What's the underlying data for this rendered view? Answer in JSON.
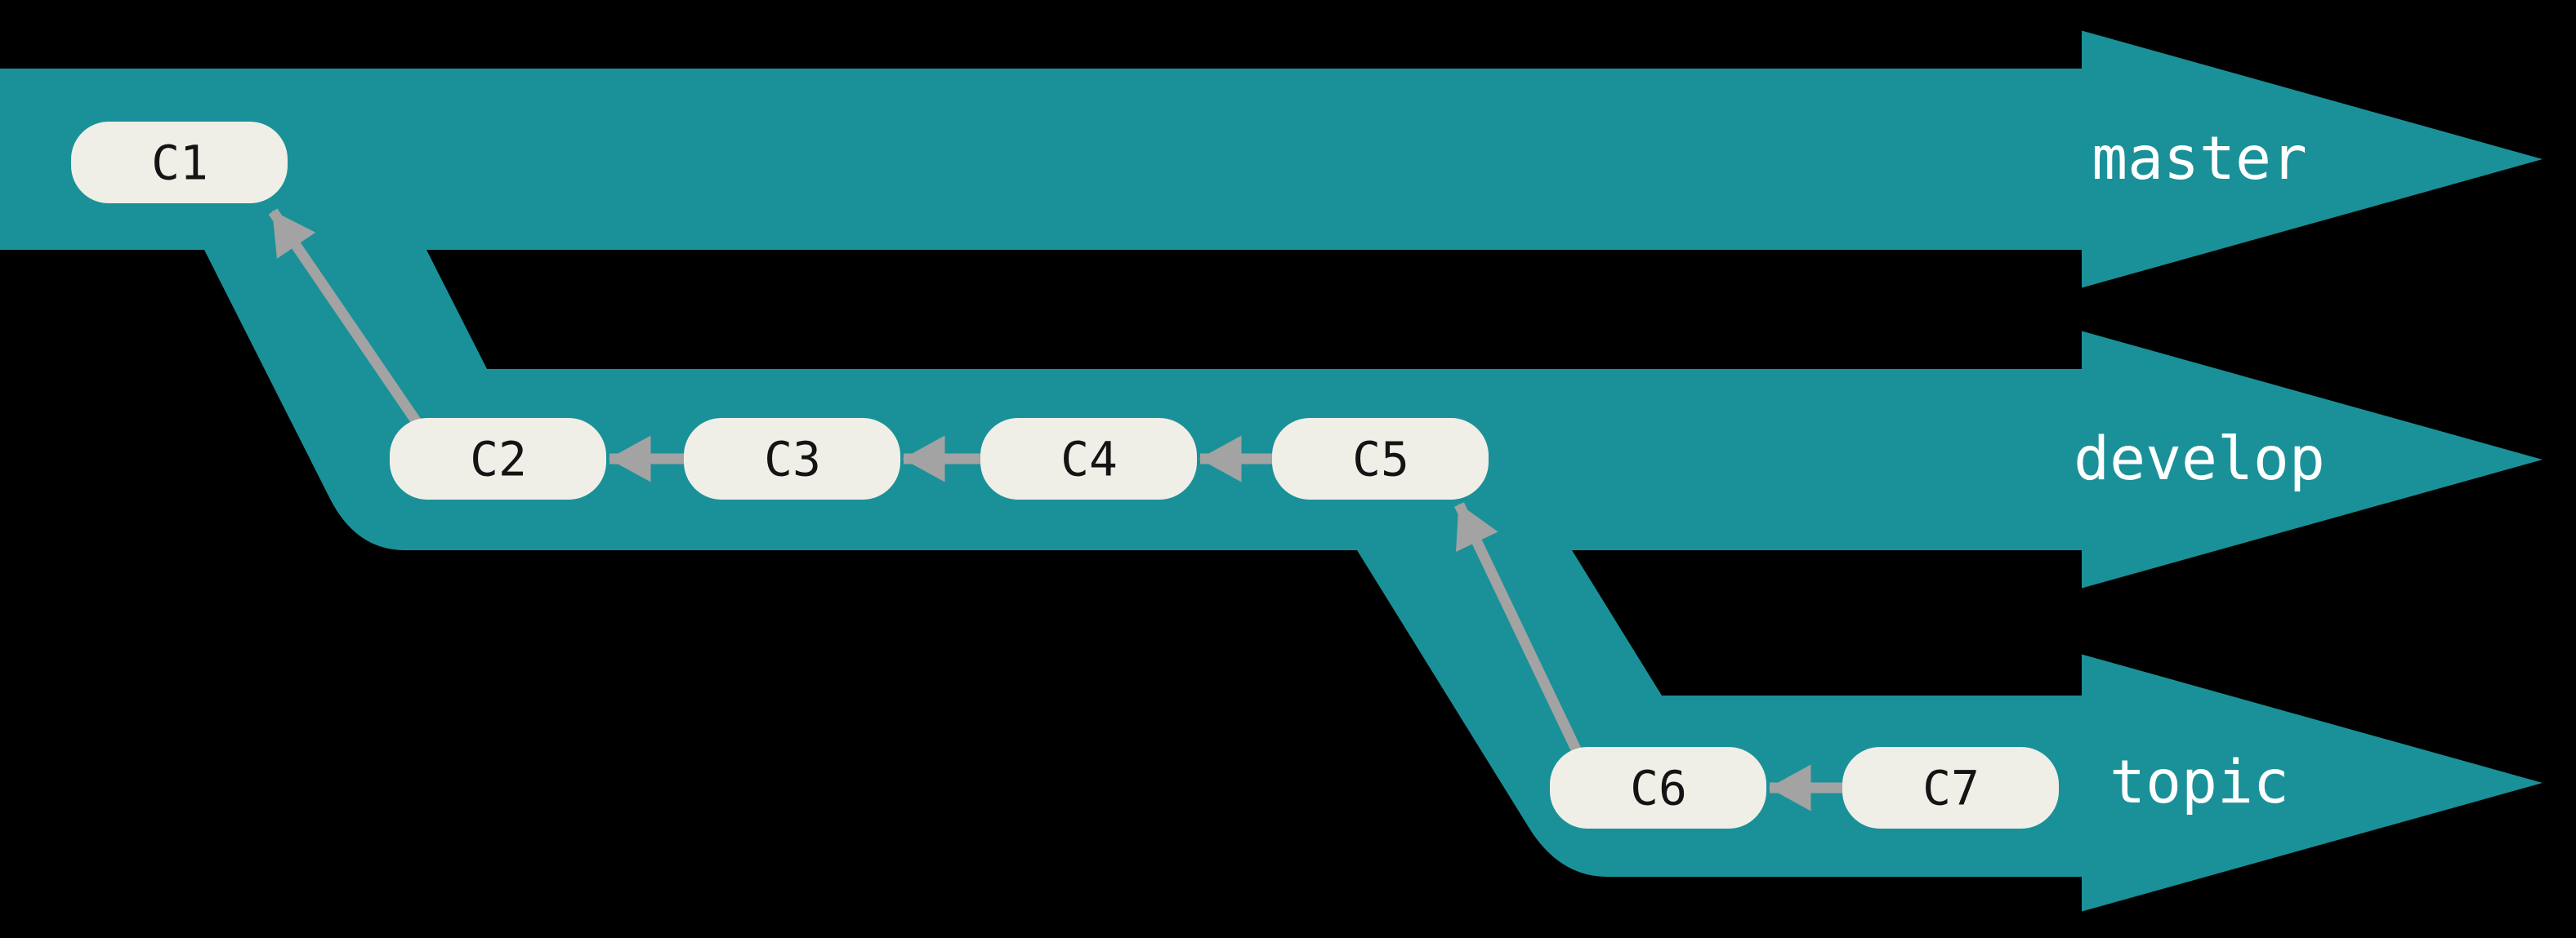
{
  "diagram": {
    "type": "git-branch-flow",
    "colors": {
      "background": "#000000",
      "branch": "#1a9198",
      "arrow": "#a3a3a3",
      "node_fill": "#f0efe7",
      "node_text": "#141414",
      "label_text": "#ffffff"
    },
    "branches": [
      {
        "label": "master",
        "commits": [
          "C1"
        ]
      },
      {
        "label": "develop",
        "commits": [
          "C2",
          "C3",
          "C4",
          "C5"
        ]
      },
      {
        "label": "topic",
        "commits": [
          "C6",
          "C7"
        ]
      }
    ],
    "commits": [
      {
        "id": "C1",
        "branch": "master",
        "parent": null
      },
      {
        "id": "C2",
        "branch": "develop",
        "parent": "C1"
      },
      {
        "id": "C3",
        "branch": "develop",
        "parent": "C2"
      },
      {
        "id": "C4",
        "branch": "develop",
        "parent": "C3"
      },
      {
        "id": "C5",
        "branch": "develop",
        "parent": "C4"
      },
      {
        "id": "C6",
        "branch": "topic",
        "parent": "C5"
      },
      {
        "id": "C7",
        "branch": "topic",
        "parent": "C6"
      }
    ],
    "edges": [
      {
        "from": "C2",
        "to": "C1"
      },
      {
        "from": "C3",
        "to": "C2"
      },
      {
        "from": "C4",
        "to": "C3"
      },
      {
        "from": "C5",
        "to": "C4"
      },
      {
        "from": "C6",
        "to": "C5"
      },
      {
        "from": "C7",
        "to": "C6"
      }
    ]
  }
}
